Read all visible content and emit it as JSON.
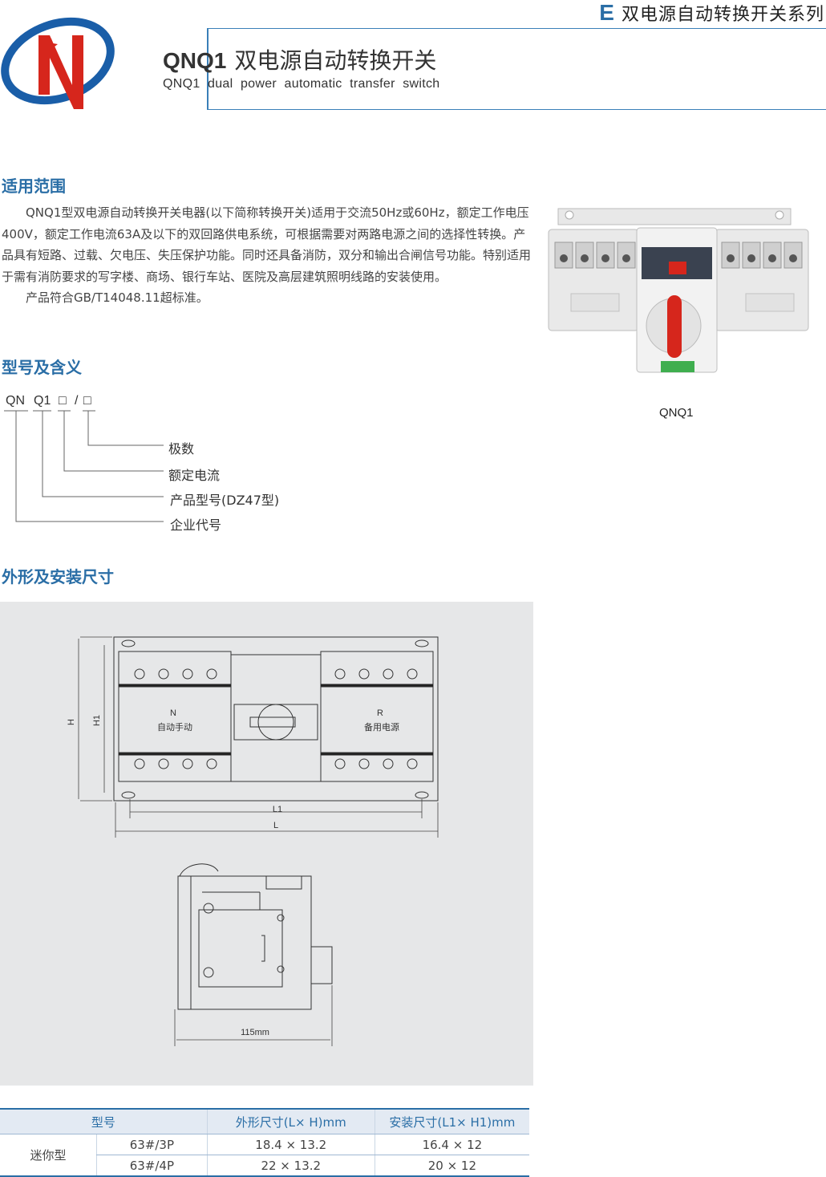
{
  "header": {
    "series_letter": "E",
    "series_title": "双电源自动转换开关系列",
    "model": "QNQ1",
    "title_cn": "双电源自动转换开关",
    "title_en": "QNQ1  dual  power  automatic  transfer  switch"
  },
  "colors": {
    "accent": "#2a6ea6",
    "logo_red": "#d6261c",
    "logo_blue": "#1a5ea8"
  },
  "section1": {
    "heading": "适用范围",
    "paragraph1": "QNQ1型双电源自动转换开关电器(以下简称转换开关)适用于交流50Hz或60Hz，额定工作电压400V，额定工作电流63A及以下的双回路供电系统，可根据需要对两路电源之间的选择性转换。产品具有短路、过载、欠电压、失压保护功能。同时还具备消防，双分和输出合闸信号功能。特别适用于需有消防要求的写字楼、商场、银行车站、医院及高层建筑照明线路的安装使用。",
    "paragraph2": "产品符合GB/T14048.11超标准。"
  },
  "product_photo": {
    "caption": "QNQ1"
  },
  "section2": {
    "heading": "型号及含义",
    "code_parts": [
      "QN",
      "Q1",
      "□",
      "/",
      "□"
    ],
    "legend": [
      "极数",
      "额定电流",
      "产品型号(DZ47型)",
      "企业代号"
    ]
  },
  "section3": {
    "heading": "外形及安装尺寸",
    "front_view": {
      "left_label_1": "N",
      "left_label_2": "自动手动",
      "right_label_1": "R",
      "right_label_2": "备用电源",
      "dim_h": "H",
      "dim_h1": "H1",
      "dim_l1": "L1",
      "dim_l": "L"
    },
    "side_view": {
      "dim_width": "115mm"
    }
  },
  "table": {
    "headers": [
      "型号",
      "外形尺寸(L× H)mm",
      "安装尺寸(L1× H1)mm"
    ],
    "group": "迷你型",
    "rows": [
      {
        "model": "63#/3P",
        "outline": "18.4 × 13.2",
        "install": "16.4 × 12"
      },
      {
        "model": "63#/4P",
        "outline": "22 × 13.2",
        "install": "20 × 12"
      }
    ]
  }
}
